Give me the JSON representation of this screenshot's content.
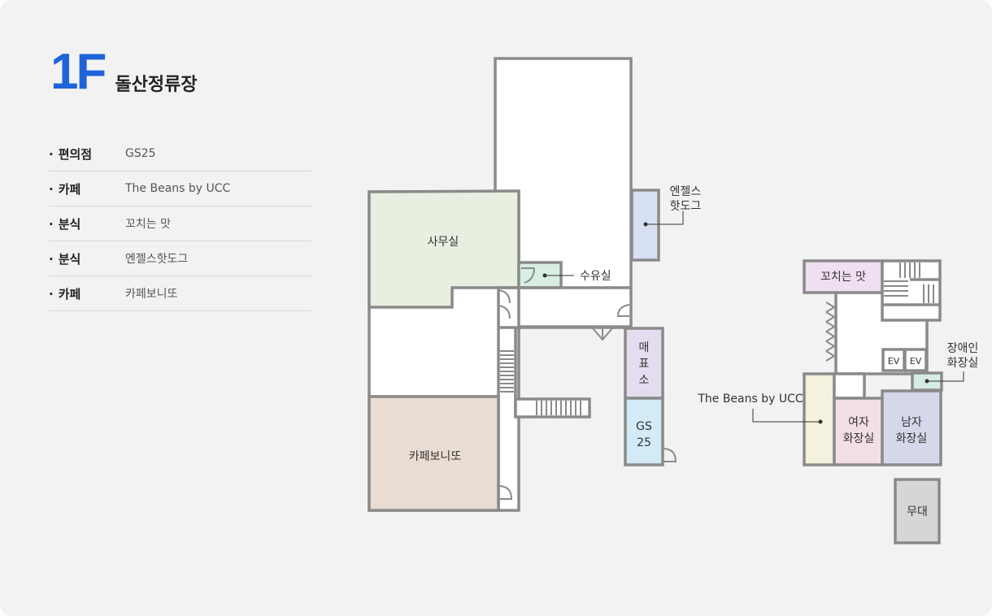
{
  "header": {
    "floor": "1F",
    "place": "돌산정류장"
  },
  "amenities": [
    {
      "type": "편의점",
      "name": "GS25"
    },
    {
      "type": "카페",
      "name": "The Beans by UCC"
    },
    {
      "type": "분식",
      "name": "꼬치는 맛"
    },
    {
      "type": "분식",
      "name": "엔젤스핫도그"
    },
    {
      "type": "카페",
      "name": "카페보니또"
    }
  ],
  "map": {
    "office": "사무실",
    "water_room": "수유실",
    "hotdog": [
      "엔젤스",
      "핫도그"
    ],
    "ticket_office": [
      "매",
      "표",
      "소"
    ],
    "gs25": [
      "GS",
      "25"
    ],
    "cafe_bonito": "카페보니또",
    "skewer_shop": "꼬치는 맛",
    "accessible_restroom": [
      "장애인",
      "화장실"
    ],
    "elevator_1": "EV",
    "elevator_2": "EV",
    "beans_cafe": "The Beans by UCC",
    "women_restroom": [
      "여자",
      "화장실"
    ],
    "men_restroom": [
      "남자",
      "화장실"
    ],
    "stage": "무대"
  },
  "colors": {
    "accent": "#1f63d8",
    "office": "#e6efe0",
    "water_room": "#d8eee3",
    "hotdog": "#d8e1f3",
    "ticket_office": "#e4ddf0",
    "gs25": "#d2ebf6",
    "cafe_bonito": "#e8dcd3",
    "skewer_shop": "#f0dff0",
    "accessible_restroom": "#d5ece2",
    "beans_cafe": "#f4f1de",
    "women_restroom": "#f2dfe6",
    "men_restroom": "#d5d8eb",
    "stage": "#d6d6d6"
  }
}
